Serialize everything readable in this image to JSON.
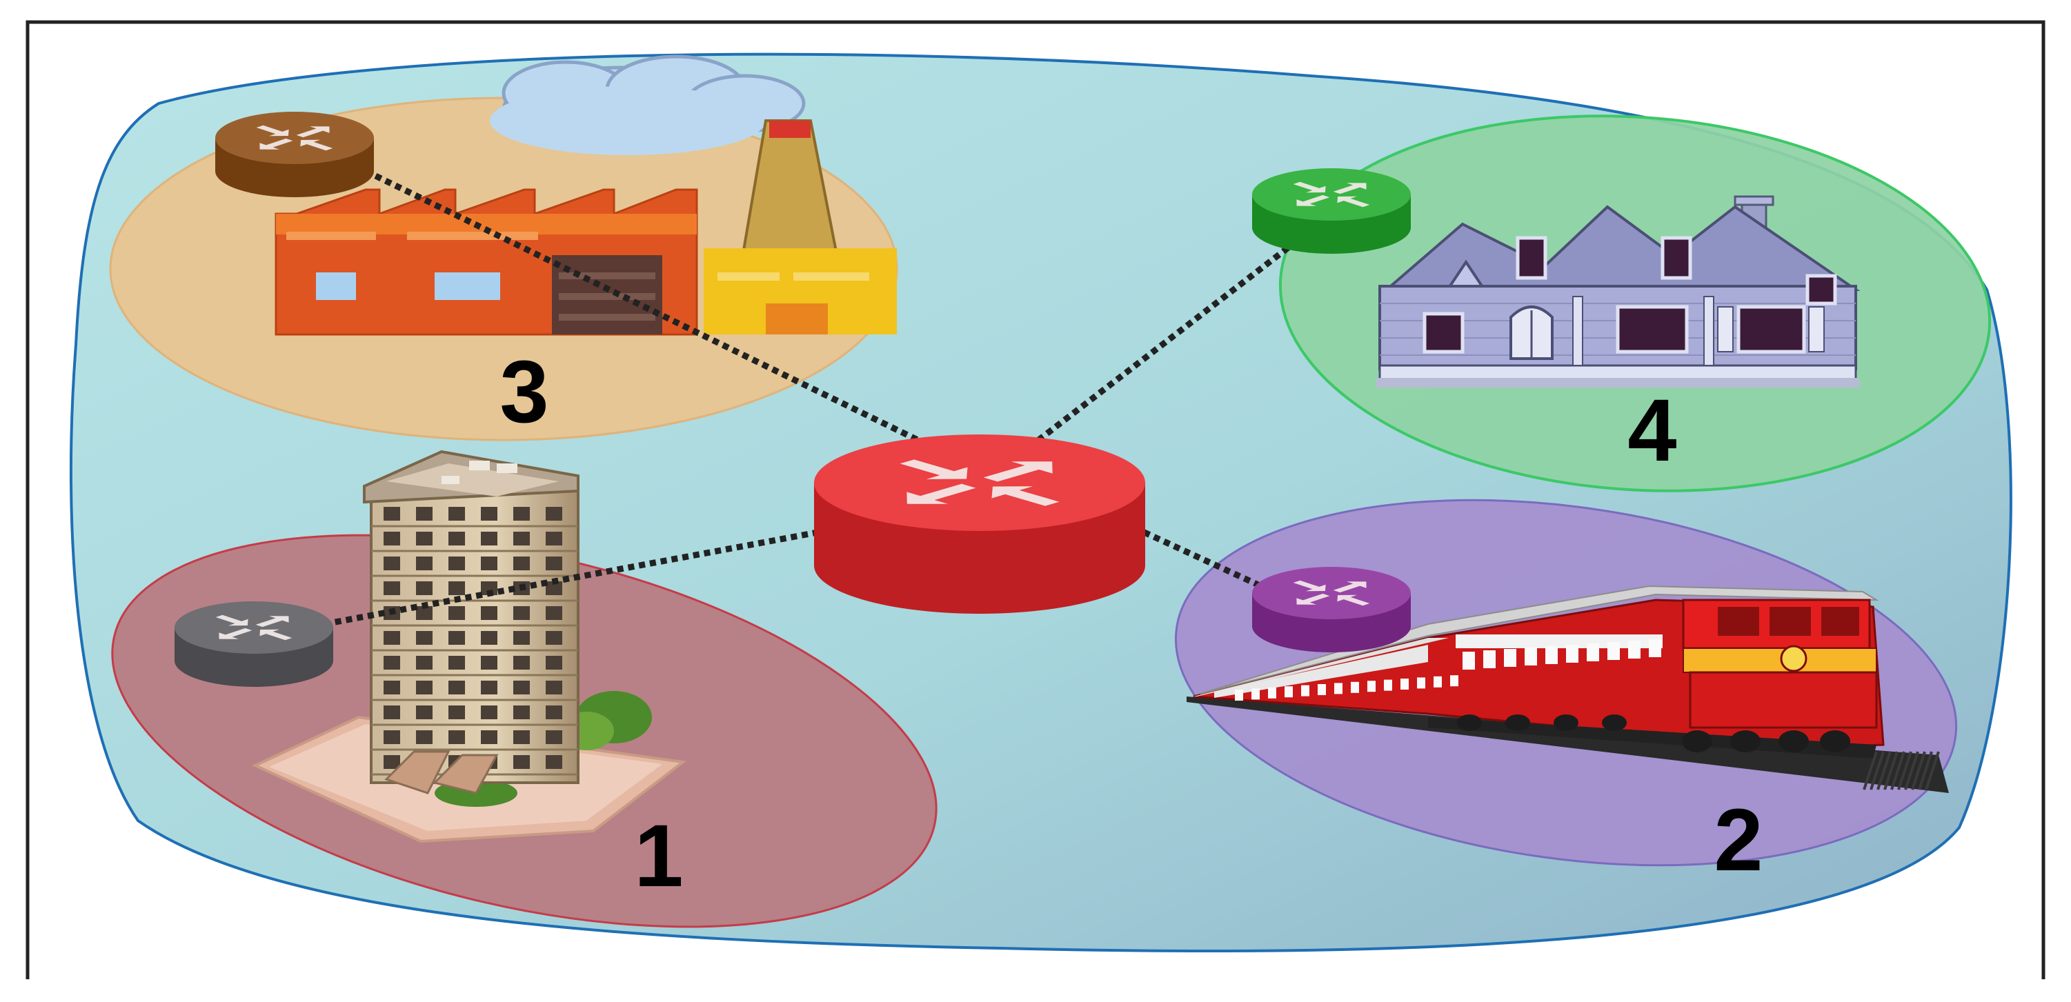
{
  "diagram": {
    "background_color": "#ffffff",
    "frame_color": "#222222",
    "cloud_region": {
      "fill_start": "#b8e4e6",
      "fill_end": "#8fb4c9",
      "stroke": "#1f6fb4"
    },
    "central_router": {
      "icon": "router-icon",
      "color": "#e8262a"
    },
    "zones": [
      {
        "id": "zone-1",
        "label": "1",
        "object": "apartment-building-icon",
        "fill": "#b97a80",
        "stroke": "#c43c48",
        "router_color": "#5a5a60"
      },
      {
        "id": "zone-2",
        "label": "2",
        "object": "train-icon",
        "fill": "#a58fcf",
        "stroke": "#7a6bbf",
        "router_color": "#8a2d9a"
      },
      {
        "id": "zone-3",
        "label": "3",
        "object": "factory-icon",
        "fill": "#eac48e",
        "stroke": "#e0b37a",
        "router_color": "#8b4a12"
      },
      {
        "id": "zone-4",
        "label": "4",
        "object": "house-icon",
        "fill": "#8fd3a4",
        "stroke": "#3cc867",
        "router_color": "#1faa2a"
      }
    ],
    "link_style": "dashed",
    "link_color": "#222222"
  }
}
